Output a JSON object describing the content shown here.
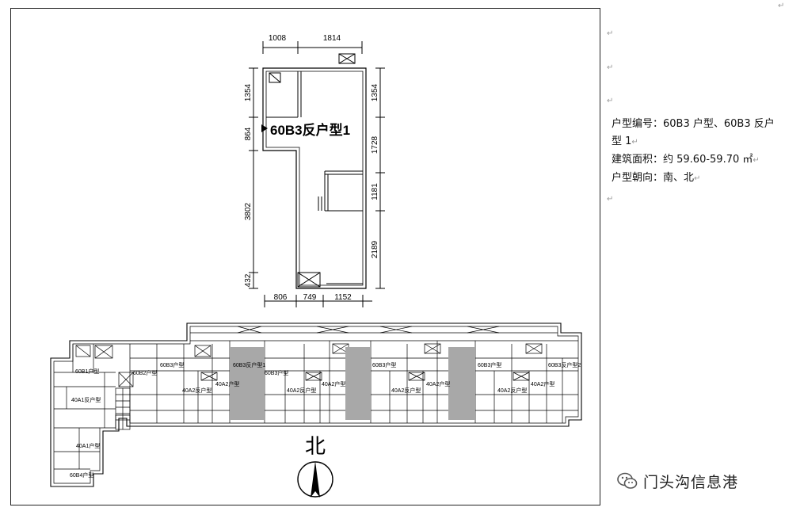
{
  "plan": {
    "unit_label": "60B3反户型1",
    "dims_top": [
      "1008",
      "1814"
    ],
    "dims_bottom": [
      "806",
      "749",
      "1152"
    ],
    "dims_left": [
      "1354",
      "864",
      "3802",
      "432"
    ],
    "dims_right": [
      "1354",
      "1728",
      "1181",
      "2189"
    ]
  },
  "site": {
    "labels": [
      "60B1户型",
      "40A1反户型",
      "40A1户型",
      "60B4户型",
      "60B2户型",
      "60B3户型",
      "40A2反户型",
      "40A2户型",
      "60B3反户型1",
      "60B3户型",
      "40A2反户型",
      "40A2户型",
      "60B3户型",
      "40A2反户型",
      "40A2户型",
      "60B3户型",
      "40A2反户型",
      "40A2户型",
      "60B3反户型2"
    ],
    "north_label": "北"
  },
  "info": {
    "line1": "户型编号：60B3 户型、60B3 反户型 1",
    "line2": "建筑面积：约 59.60-59.70 ㎡",
    "line3": "户型朝向：南、北"
  },
  "para_mark": "↵",
  "watermark": {
    "text": "门头沟信息港",
    "icon": "wechat-icon"
  },
  "colors": {
    "line": "#000000",
    "shaded_unit": "#a8a8a8",
    "para_mark": "#9a9a9a"
  }
}
